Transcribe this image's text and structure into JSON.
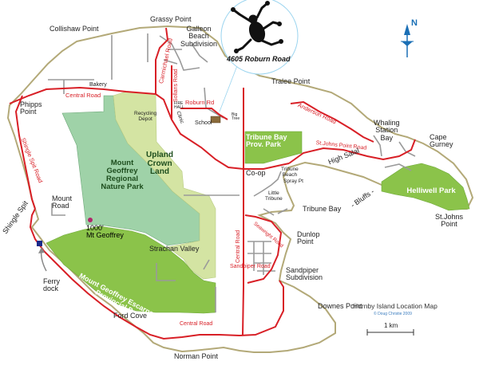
{
  "map_title": "Hornby Island Location Map",
  "credit": "© Doug Christie 2009",
  "scale_label": "1 km",
  "compass_label": "N",
  "address_label": "4605 Roburn Road",
  "parks": [
    {
      "id": "mount-geoffrey-park",
      "label": "Mount\nGeoffrey\nRegional\nNature Park"
    },
    {
      "id": "upland-crown-land",
      "label": "Upland\nCrown\nLand"
    },
    {
      "id": "mount-geoffrey-escarpment",
      "label": "Mount Geoffrey Escarpment\nProvincial Park"
    },
    {
      "id": "tribune-bay-park",
      "label": "Tribune Bay\nProv. Park"
    },
    {
      "id": "helliwell-park",
      "label": "Helliwell Park"
    }
  ],
  "places": [
    {
      "id": "collishaw-point",
      "label": "Collishaw Point"
    },
    {
      "id": "grassy-point",
      "label": "Grassy Point"
    },
    {
      "id": "galleon-beach",
      "label": "Galleon\nBeach\nSubdivision"
    },
    {
      "id": "tralee-point",
      "label": "Tralee Point"
    },
    {
      "id": "phipps-point",
      "label": "Phipps\nPoint"
    },
    {
      "id": "bakery",
      "label": "Bakery"
    },
    {
      "id": "recycling-depot",
      "label": "Recycling\nDepot"
    },
    {
      "id": "school",
      "label": "School"
    },
    {
      "id": "fire-hall",
      "label": "FIRE\nHALL"
    },
    {
      "id": "clinic",
      "label": "Clinic"
    },
    {
      "id": "big-tree",
      "label": "Big\nTree"
    },
    {
      "id": "whaling-station-bay",
      "label": "Whaling\nStation\nBay"
    },
    {
      "id": "cape-gurney",
      "label": "Cape\nGurney"
    },
    {
      "id": "co-op",
      "label": "Co-op"
    },
    {
      "id": "tribune-beach",
      "label": "Tribune\nBeach"
    },
    {
      "id": "spray-pt",
      "label": "Spray Pt"
    },
    {
      "id": "little-tribune",
      "label": "Little\nTribune"
    },
    {
      "id": "tribune-bay",
      "label": "Tribune Bay"
    },
    {
      "id": "high-salal",
      "label": "High Salal"
    },
    {
      "id": "bluffs",
      "label": "- Bluffs -"
    },
    {
      "id": "st-johns-point",
      "label": "St.Johns\nPoint"
    },
    {
      "id": "mount-road",
      "label": "Mount\nRoad"
    },
    {
      "id": "shingle-spit",
      "label": "Shingle Spit"
    },
    {
      "id": "mt-geoffrey",
      "label": "1000'\nMt Geoffrey"
    },
    {
      "id": "strachan-valley",
      "label": "Strachan Valley"
    },
    {
      "id": "ferry-dock",
      "label": "Ferry\ndock"
    },
    {
      "id": "dunlop-point",
      "label": "Dunlop\nPoint"
    },
    {
      "id": "sandpiper-subdivision",
      "label": "Sandpiper\nSubdivision"
    },
    {
      "id": "downes-point",
      "label": "Downes Point"
    },
    {
      "id": "ford-cove",
      "label": "Ford Cove"
    },
    {
      "id": "norman-point",
      "label": "Norman Point"
    }
  ],
  "roads": [
    {
      "id": "central-road-north",
      "label": "Central Road"
    },
    {
      "id": "carmichael-road",
      "label": "Carmichael Road"
    },
    {
      "id": "sollans-road",
      "label": "Sollans Road"
    },
    {
      "id": "roburn-rd",
      "label": "Roburn Rd"
    },
    {
      "id": "anderson-road",
      "label": "Anderson Road"
    },
    {
      "id": "st-johns-point-road",
      "label": "St.Johns Point Road"
    },
    {
      "id": "shingle-spit-road",
      "label": "Shingle Spit Road"
    },
    {
      "id": "central-road-east",
      "label": "Central Road"
    },
    {
      "id": "seawright-road",
      "label": "Seawright Road"
    },
    {
      "id": "sandpiper-road",
      "label": "Sandpiper Road"
    },
    {
      "id": "central-road-south",
      "label": "Central Road"
    }
  ],
  "colors": {
    "coast": "#b3a978",
    "road_main": "#d81f26",
    "road_minor": "#9a9a9a",
    "nature_park": "#9fd2a8",
    "crown_land": "#d4e4a3",
    "prov_park": "#8bc34a",
    "mountain_dot": "#b0266b",
    "compass": "#1a6fb5"
  }
}
